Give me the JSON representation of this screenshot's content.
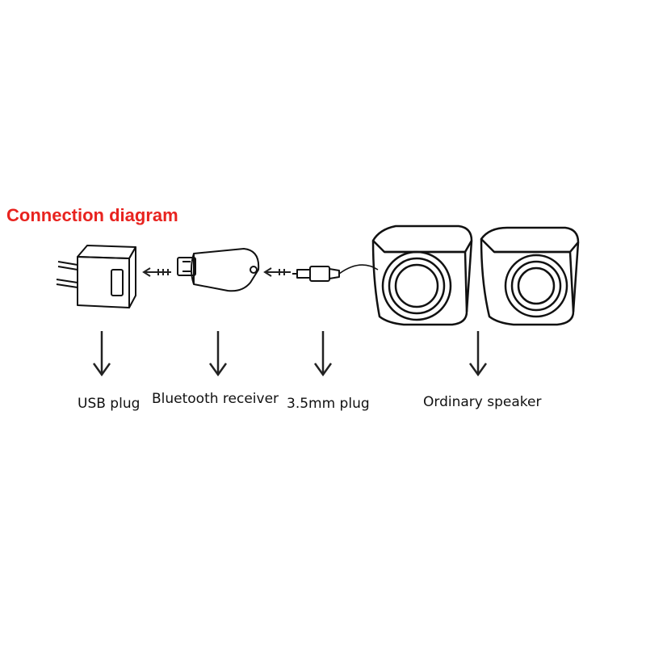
{
  "title": "Connection diagram",
  "title_color": "#e8231f",
  "labels": {
    "usb_plug": "USB plug",
    "bluetooth_receiver": "Bluetooth receiver",
    "plug_35mm": "3.5mm plug",
    "ordinary_speaker": "Ordinary speaker"
  }
}
